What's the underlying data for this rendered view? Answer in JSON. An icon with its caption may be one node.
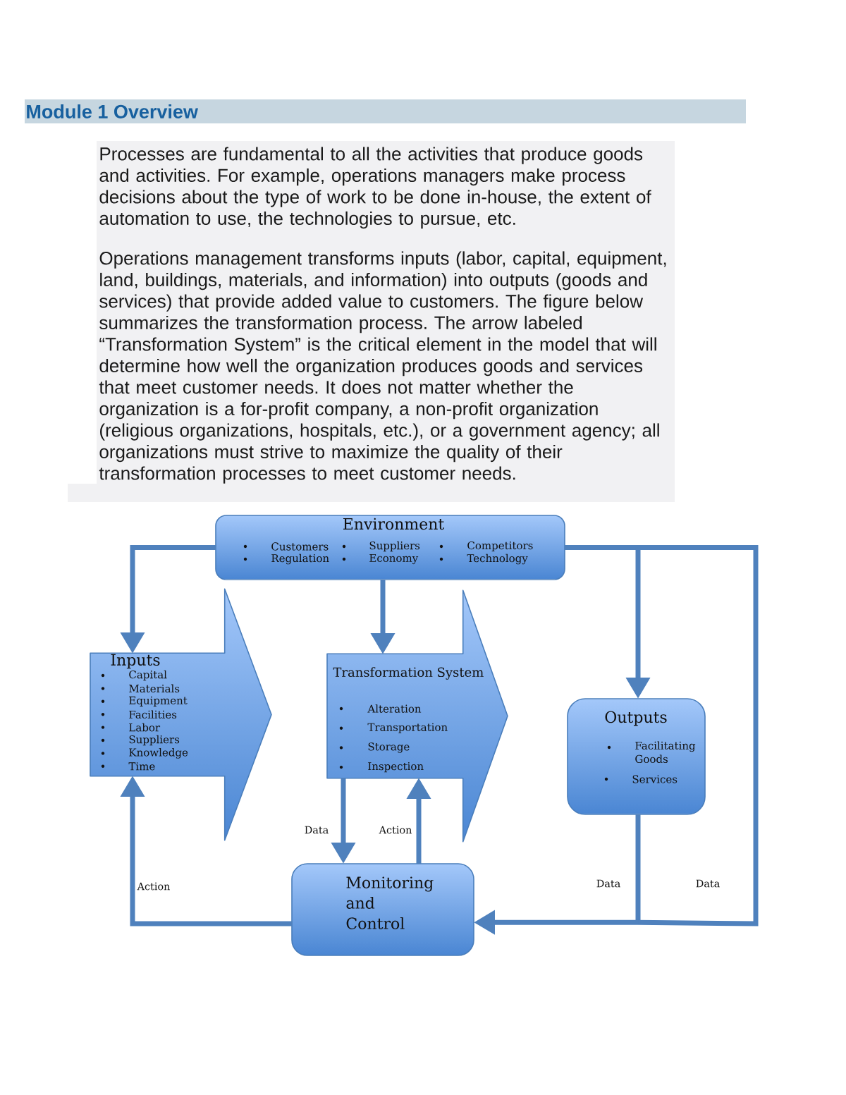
{
  "diagram": {
    "title": "Module 1 Overview",
    "nodes": [
      {
        "text": [
          "Environment",
          "Customers",
          "Suppliers",
          "Competitors",
          "Regulation",
          "Economy",
          "Technology"
        ]
      },
      {
        "text": [
          "Inputs",
          "Capital",
          "Materials",
          "Equipment",
          "Facilities",
          "Labor",
          "Suppliers",
          "Knowledge",
          "Time"
        ]
      },
      {
        "text": [
          "Transformation System",
          "Alteration",
          "Transportation",
          "Storage",
          "Inspection"
        ]
      },
      {
        "text": [
          "Outputs",
          "Facilitating Goods",
          "Services"
        ]
      },
      {
        "text": [
          "Monitoring and Control"
        ]
      }
    ],
    "edges": [
      {
        "from": 0,
        "to": 1,
        "arrow": "to"
      },
      {
        "from": 0,
        "to": 2,
        "arrow": "to"
      },
      {
        "from": 0,
        "to": 3,
        "arrow": "to"
      },
      {
        "from": 2,
        "to": 4,
        "arrow": "to",
        "label": "Data"
      },
      {
        "from": 4,
        "to": 2,
        "arrow": "to",
        "label": "Action"
      },
      {
        "from": 4,
        "to": 1,
        "arrow": "to",
        "label": "Action"
      },
      {
        "from": 3,
        "to": 4,
        "arrow": "to",
        "label": "Data"
      },
      {
        "from": 0,
        "to": 4,
        "arrow": "to",
        "label": "Data"
      }
    ],
    "labels": [
      "Processes are fundamental to all the activities that produce goods and activities. For example, operations managers make process decisions about the type of work to be done in-house, the extent of automation to use, the technologies to pursue, etc.",
      "Operations management transforms inputs (labor, capital, equipment, land, buildings, materials, and information) into outputs (goods and services) that provide added value to customers. The figure below summarizes the transformation process. The arrow labeled “Transformation System” is the critical element in the model that will determine how well the organization produces goods and services that meet customer needs. It does not matter whether the organization is a for-profit company, a non-profit organization (religious organizations, hospitals, etc.), or a government agency; all organizations must strive to maximize the quality of their transformation processes to meet customer needs."
    ]
  }
}
